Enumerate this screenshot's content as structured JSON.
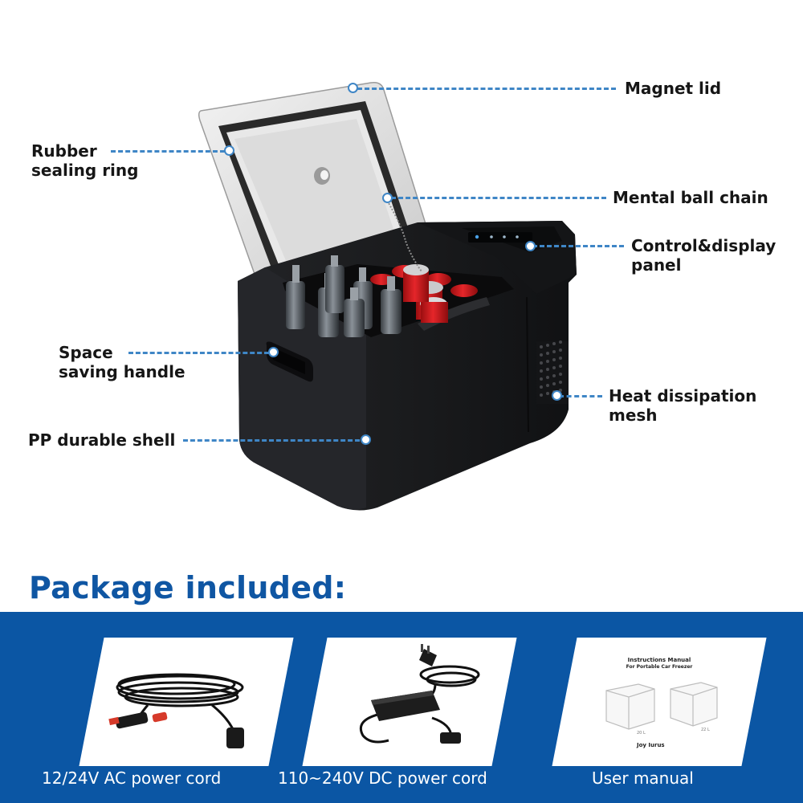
{
  "callouts": {
    "magnet_lid": "Magnet lid",
    "rubber_ring": "Rubber\nsealing ring",
    "ball_chain": "Mental ball chain",
    "control_panel": "Control&display\npanel",
    "handle": "Space\nsaving handle",
    "heat_mesh": "Heat dissipation\nmesh",
    "shell": "PP durable shell"
  },
  "package": {
    "title": "Package included:",
    "items": [
      {
        "caption": "12/24V AC power cord",
        "icon": "car-plug-cord-icon"
      },
      {
        "caption": "110~240V DC power cord",
        "icon": "power-adapter-icon"
      },
      {
        "caption": "User manual",
        "icon": "manual-icon"
      }
    ]
  },
  "manual": {
    "title": "Instructions Manual",
    "subtitle": "For Portable Car Freezer",
    "brand": "Joy Iurus",
    "size_a": "20 L",
    "size_b": "22 L"
  },
  "colors": {
    "accent_blue": "#0b56a4",
    "title_blue": "#0f56a3",
    "dash_blue": "#3f86c6",
    "fridge_body": "#1b1c1e"
  }
}
